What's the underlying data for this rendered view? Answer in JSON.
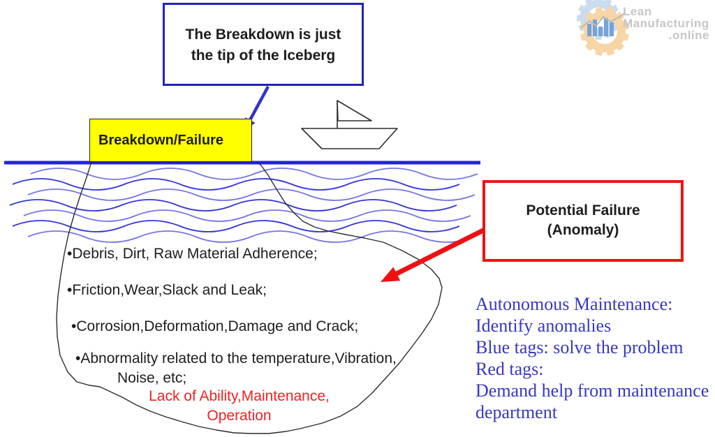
{
  "title_box": {
    "line1": "The Breakdown is just",
    "line2": "the tip of the Iceberg"
  },
  "surface_label": {
    "text": "Breakdown/Failure"
  },
  "potential_box": {
    "line1": "Potential Failure",
    "line2": "(Anomaly)"
  },
  "iceberg": {
    "items": [
      "•Debris, Dirt, Raw Material Adherence;",
      "•Friction,Wear,Slack and Leak;",
      "•Corrosion,Deformation,Damage and Crack;",
      "•Abnormality related to the temperature,Vibration,",
      "Noise, etc;"
    ],
    "red_lines": {
      "line1": "Lack of Ability,Maintenance,",
      "line2": "Operation"
    }
  },
  "notes": {
    "lines": [
      "Autonomous Maintenance:",
      "Identify anomalies",
      "Blue tags: solve the problem",
      "Red tags:",
      "Demand help from maintenance",
      "department"
    ]
  },
  "logo": {
    "line1": "Lean",
    "line2": "Manufacturing",
    "line3": ".online"
  },
  "icons": {
    "gear_blue": "gear-icon",
    "gear_orange": "gear-icon",
    "boat": "sailboat-icon"
  },
  "colors": {
    "water_blue": "#2222dd",
    "wave_dark": "#3434d6",
    "wave_light": "#7575e8",
    "outline_black": "#2b2b2b",
    "box_blue": "#2222bb",
    "arrow_blue": "#3333cc",
    "box_red": "#ee1414",
    "arrow_red": "#ee1111",
    "yellow": "#ffff00",
    "red_text": "#ee2222",
    "note_blue": "#3737c3",
    "ink": "#1d1d1d",
    "gray_text": "#c6c6c6",
    "gear_blue": "#cadcf0",
    "gear_orange": "#f8d5a5",
    "bar_blue": "#74a3d8",
    "line_gray": "#b5b9bd"
  }
}
